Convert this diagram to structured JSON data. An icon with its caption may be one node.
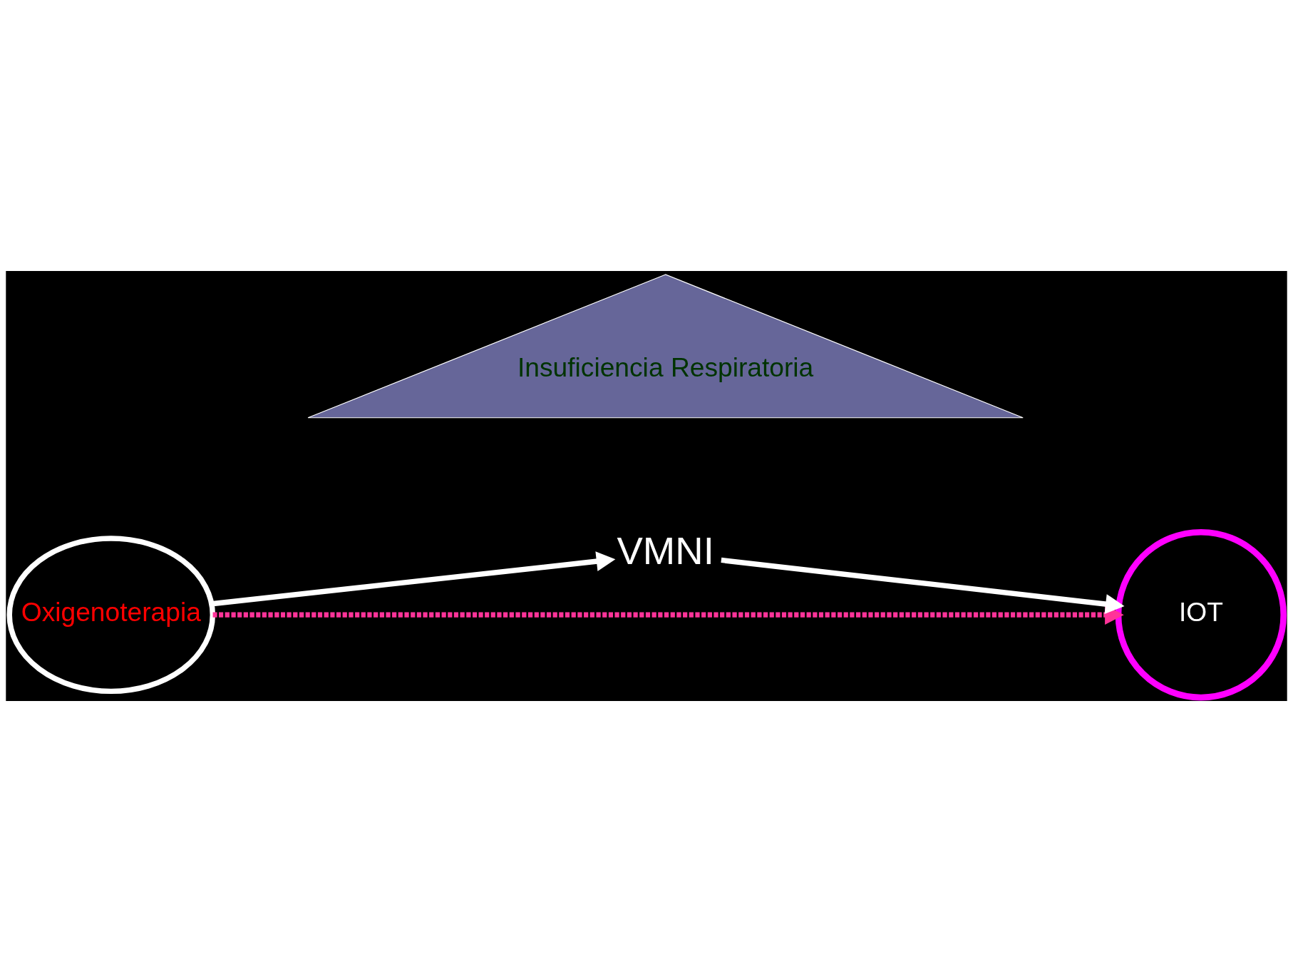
{
  "diagram": {
    "nodes": [
      {
        "text": [
          "Oxigenoterapia"
        ]
      },
      {
        "text": [
          "VMNI"
        ]
      },
      {
        "text": [
          "IOT"
        ]
      },
      {
        "text": [
          "Insuficiencia Respiratoria"
        ]
      }
    ],
    "edges": [
      {
        "from": 0,
        "to": 1,
        "arrow": "to"
      },
      {
        "from": 1,
        "to": 2,
        "arrow": "to"
      },
      {
        "from": 0,
        "to": 2,
        "arrow": "to",
        "style": "dashed",
        "color": "#ff3399"
      }
    ]
  }
}
